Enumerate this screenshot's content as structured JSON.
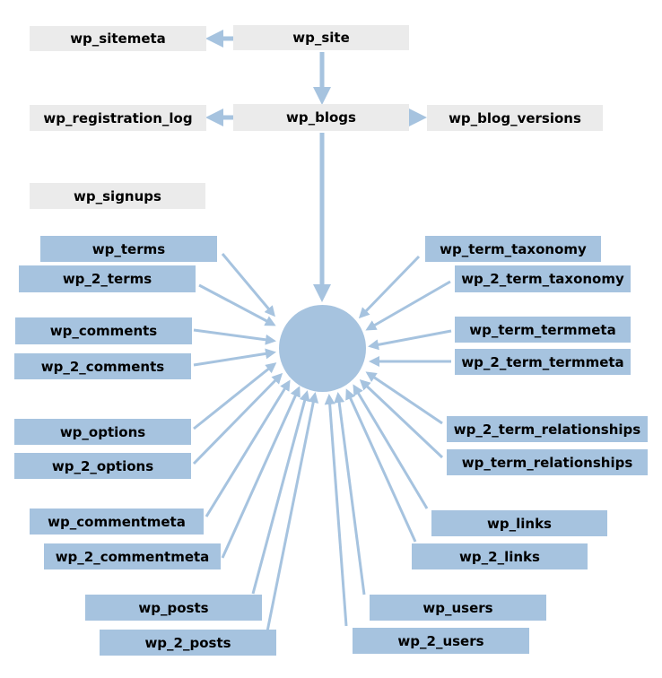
{
  "colors": {
    "table_grey": "#ebebeb",
    "table_blue": "#a6c3df",
    "arrow": "#a6c3df",
    "hub": "#a6c3df"
  },
  "network_tables": {
    "wp_sitemeta": "wp_sitemeta",
    "wp_site": "wp_site",
    "wp_registration_log": "wp_registration_log",
    "wp_blogs": "wp_blogs",
    "wp_blog_versions": "wp_blog_versions",
    "wp_signups": "wp_signups"
  },
  "site_tables": {
    "wp_terms": "wp_terms",
    "wp_2_terms": "wp_2_terms",
    "wp_comments": "wp_comments",
    "wp_2_comments": "wp_2_comments",
    "wp_options": "wp_options",
    "wp_2_options": "wp_2_options",
    "wp_commentmeta": "wp_commentmeta",
    "wp_2_commentmeta": "wp_2_commentmeta",
    "wp_posts": "wp_posts",
    "wp_2_posts": "wp_2_posts",
    "wp_term_taxonomy": "wp_term_taxonomy",
    "wp_2_term_taxonomy": "wp_2_term_taxonomy",
    "wp_term_termmeta": "wp_term_termmeta",
    "wp_2_term_termmeta": "wp_2_term_termmeta",
    "wp_2_term_relationships": "wp_2_term_relationships",
    "wp_term_relationships": "wp_term_relationships",
    "wp_links": "wp_links",
    "wp_2_links": "wp_2_links",
    "wp_users": "wp_users",
    "wp_2_users": "wp_2_users"
  }
}
